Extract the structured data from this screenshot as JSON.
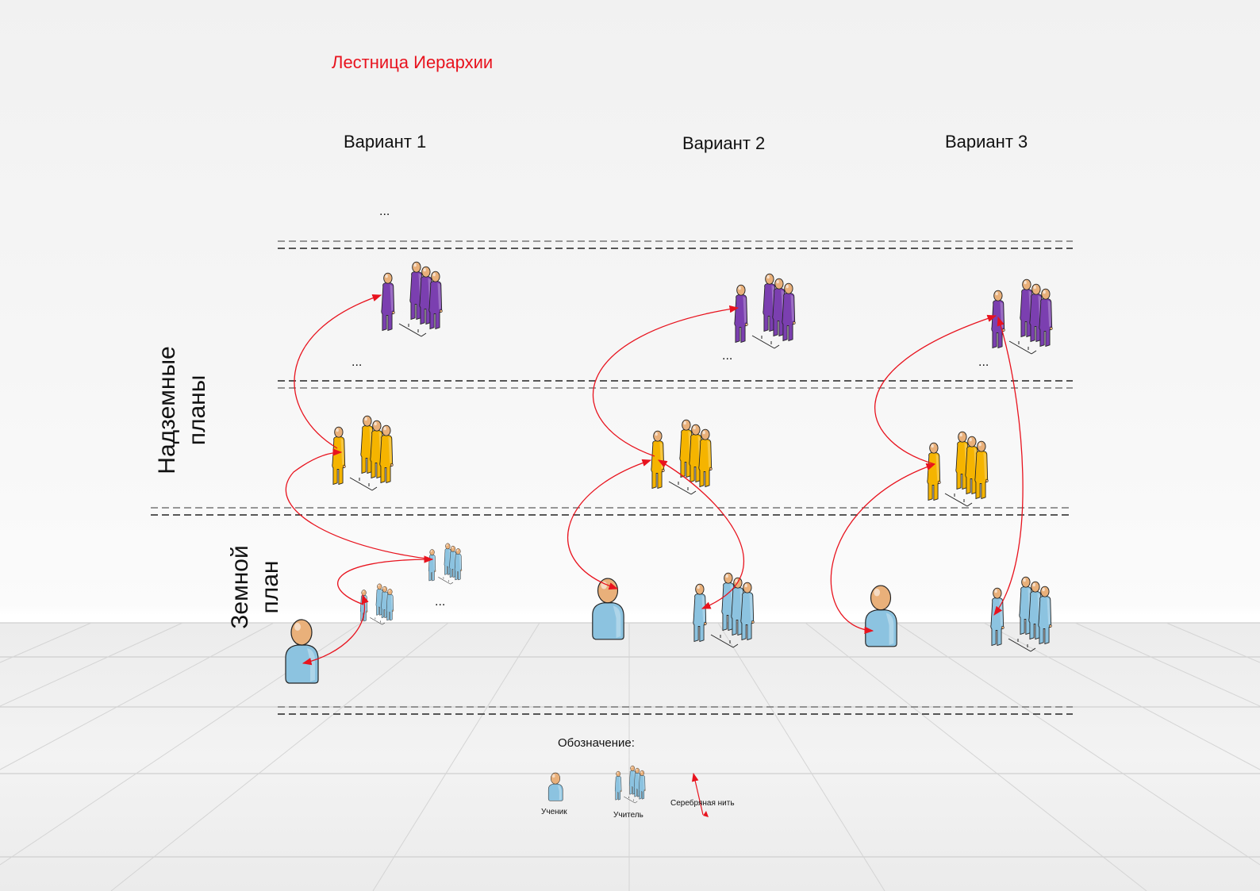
{
  "title": "Лестница Иерархии",
  "variants": [
    {
      "label": "Вариант 1"
    },
    {
      "label": "Вариант 2"
    },
    {
      "label": "Вариант 3"
    }
  ],
  "planes": {
    "upper": "Надземные планы",
    "upper_line1": "Надземные",
    "upper_line2": "планы",
    "earth_line1": "Земной",
    "earth_line2": "план"
  },
  "ellipsis": "...",
  "legend": {
    "title": "Обозначение:",
    "student": "Ученик",
    "teacher": "Учитель",
    "thread": "Серебряная нить"
  },
  "colors": {
    "title": "#e8131e",
    "thread": "#e8131e",
    "purple": "#7b3fb0",
    "yellow": "#f5b400",
    "blue": "#8cc3e0",
    "skin": "#e9b07a"
  }
}
